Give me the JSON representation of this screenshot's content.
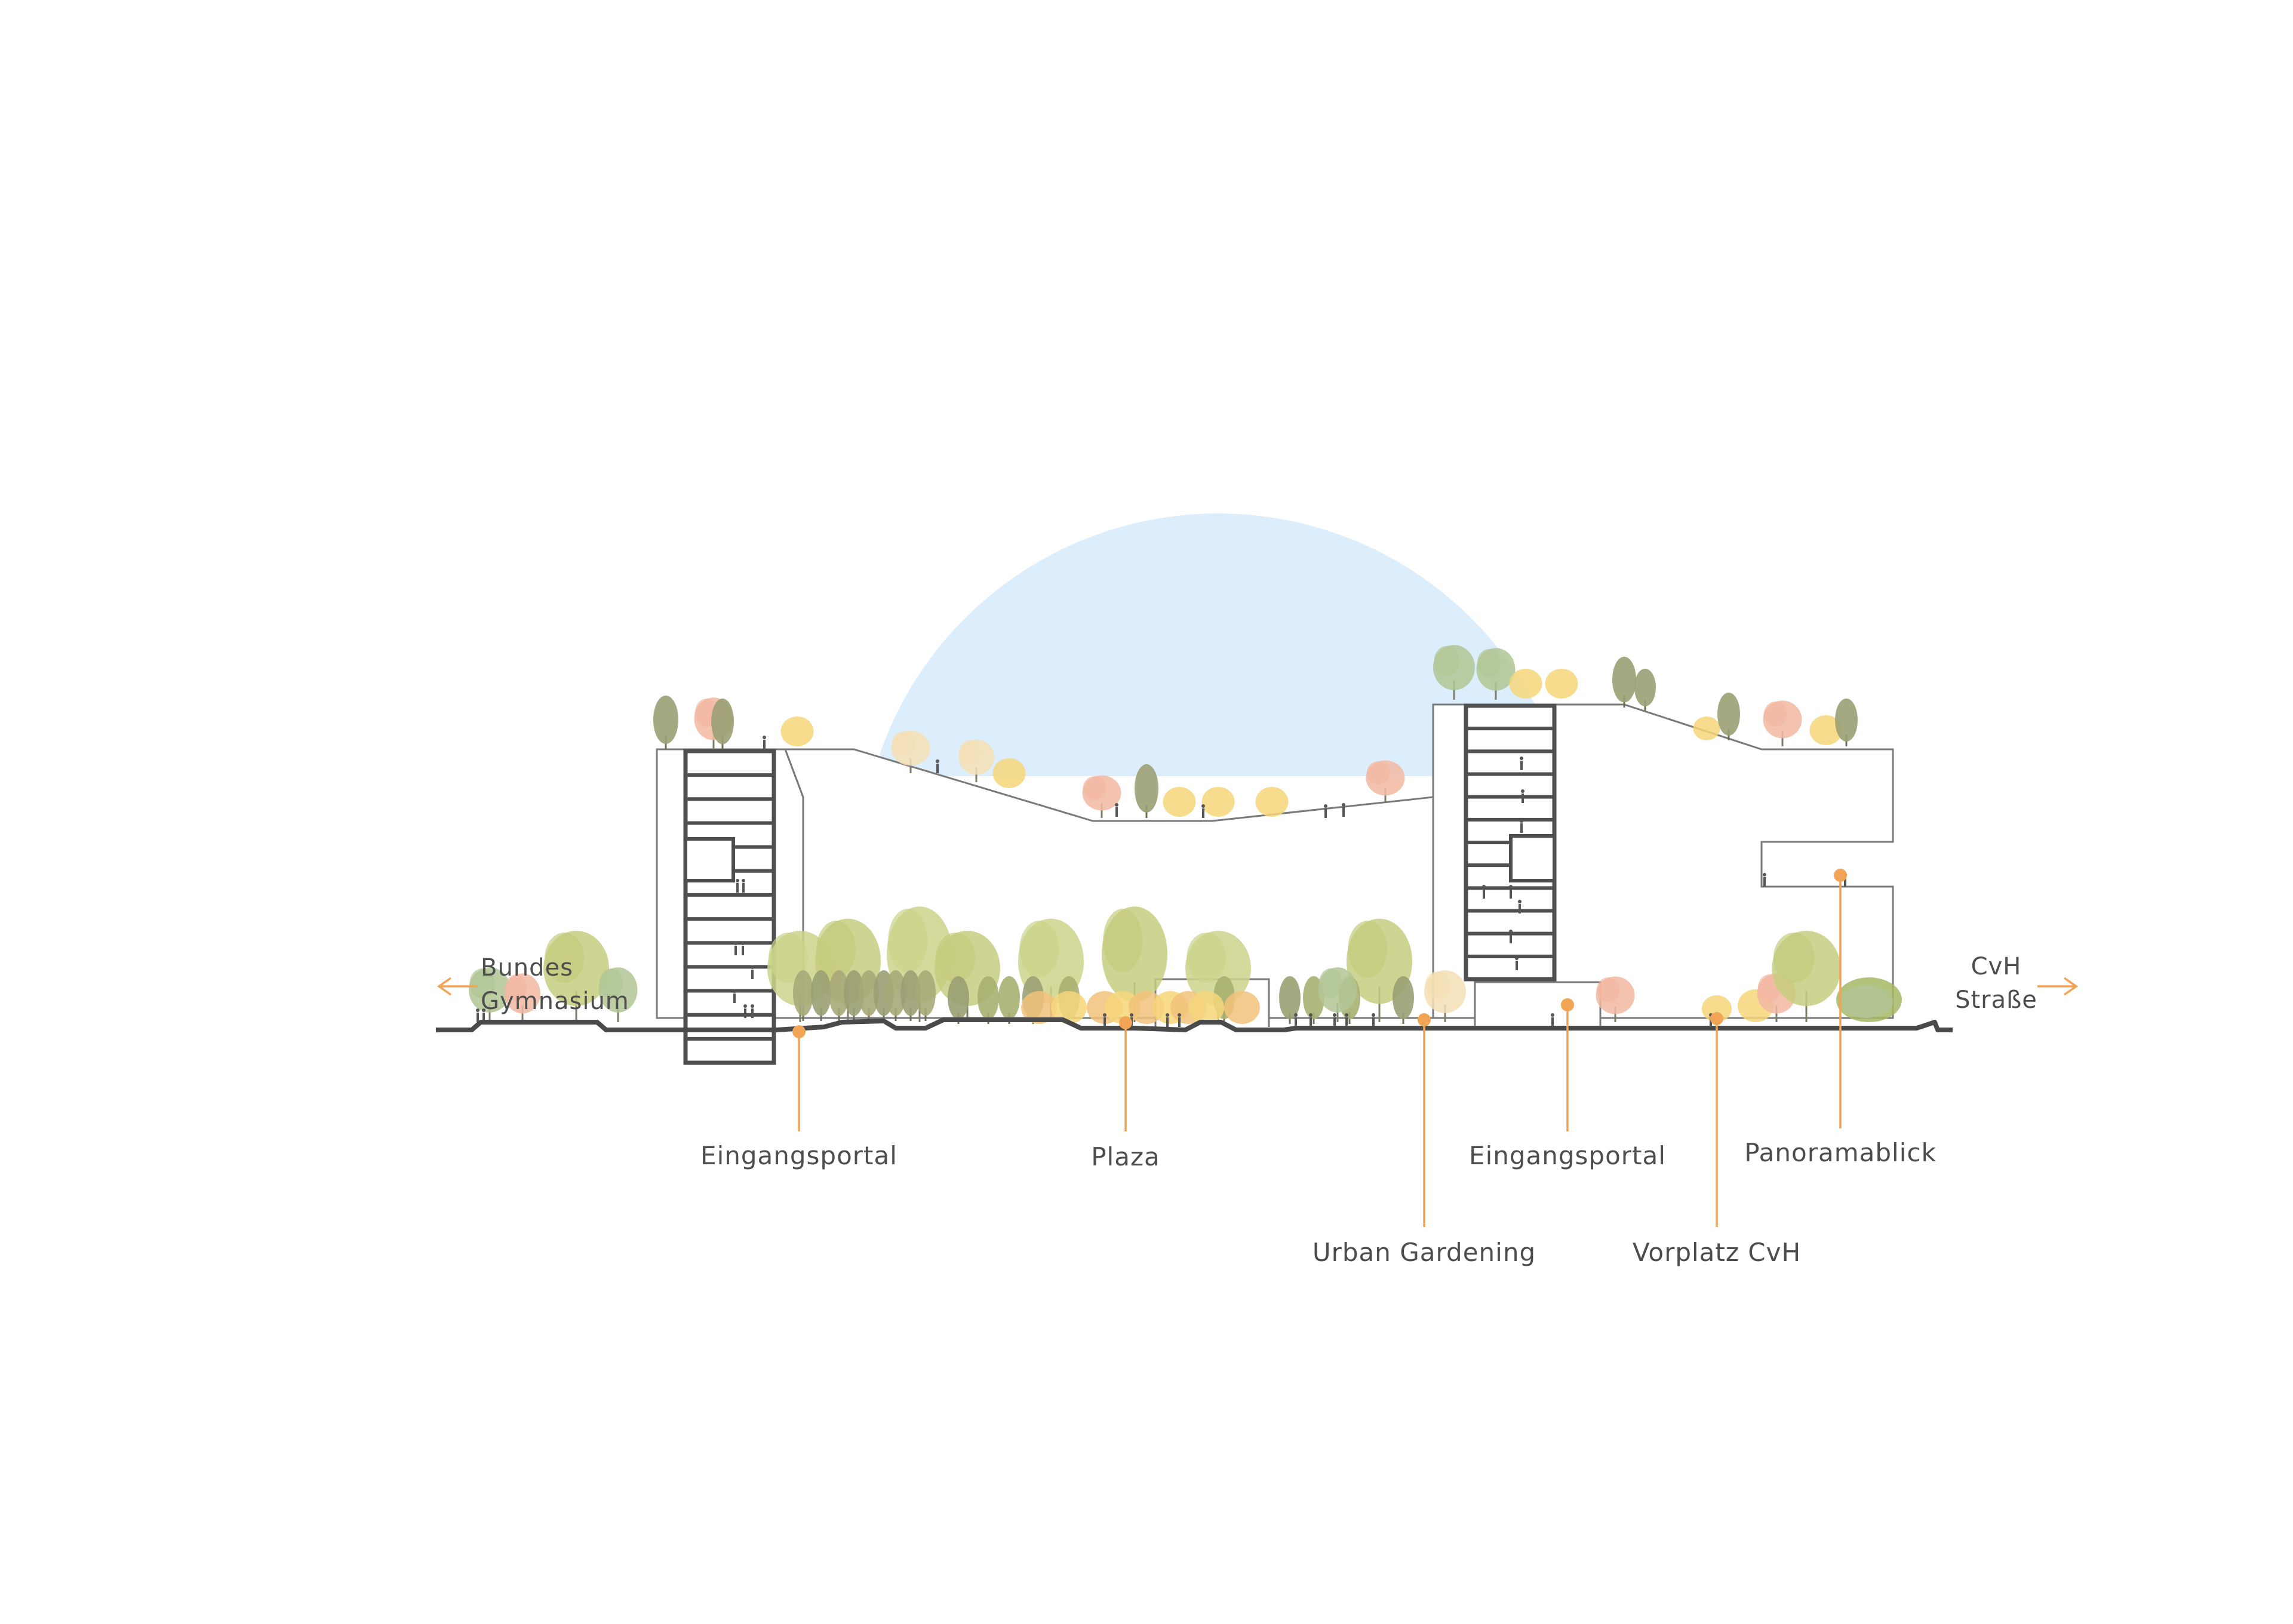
{
  "diagram": {
    "left_direction": [
      "Bundes",
      "Gymnasium"
    ],
    "right_direction": [
      "CvH",
      "Straße"
    ],
    "annotations": [
      {
        "id": "eingangsportal-left",
        "label": "Eingangsportal"
      },
      {
        "id": "plaza",
        "label": "Plaza"
      },
      {
        "id": "urban-gardening",
        "label": "Urban Gardening"
      },
      {
        "id": "eingangsportal-right",
        "label": "Eingangsportal"
      },
      {
        "id": "vorplatz-cvh",
        "label": "Vorplatz CvH"
      },
      {
        "id": "panoramablick",
        "label": "Panoramablick"
      }
    ]
  },
  "colors": {
    "accent": "#f1a456",
    "sky": "#dcedfb",
    "tree_olive": "#c5cc7e",
    "tree_yellow": "#f6d67a",
    "tree_salmon": "#f2b8a2",
    "tree_dark": "#9aa074",
    "tree_sage": "#b2c694",
    "structure": "#4f4f4f"
  }
}
